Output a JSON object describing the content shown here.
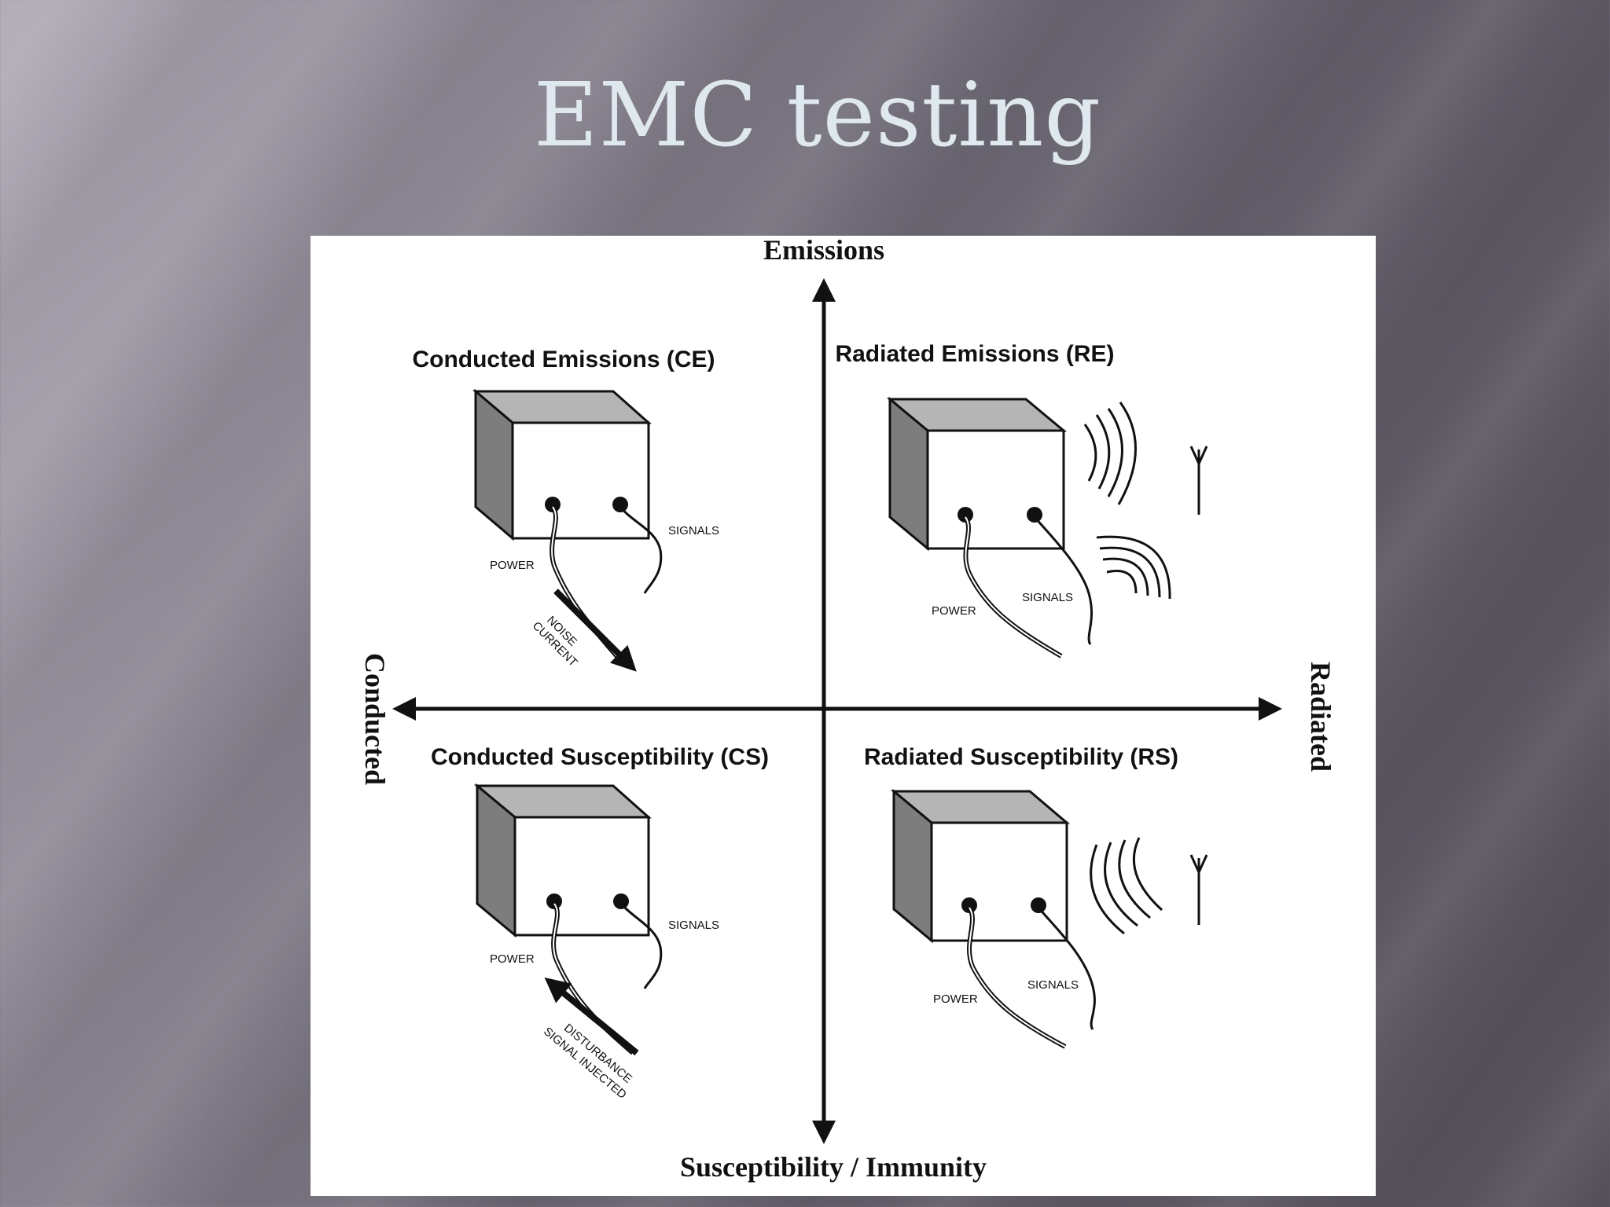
{
  "slide": {
    "title": "EMC testing"
  },
  "diagram": {
    "axes": {
      "top": "Emissions",
      "bottom": "Susceptibility / Immunity",
      "left": "Conducted",
      "right": "Radiated"
    },
    "quadrants": {
      "ce": {
        "title": "Conducted Emissions (CE)",
        "power": "POWER",
        "signals": "SIGNALS",
        "arrow_line1": "NOISE",
        "arrow_line2": "CURRENT"
      },
      "re": {
        "title": "Radiated Emissions (RE)",
        "power": "POWER",
        "signals": "SIGNALS"
      },
      "cs": {
        "title": "Conducted Susceptibility (CS)",
        "power": "POWER",
        "signals": "SIGNALS",
        "arrow_line1": "DISTURBANCE",
        "arrow_line2": "SIGNAL INJECTED"
      },
      "rs": {
        "title": "Radiated Susceptibility (RS)",
        "power": "POWER",
        "signals": "SIGNALS"
      }
    }
  }
}
